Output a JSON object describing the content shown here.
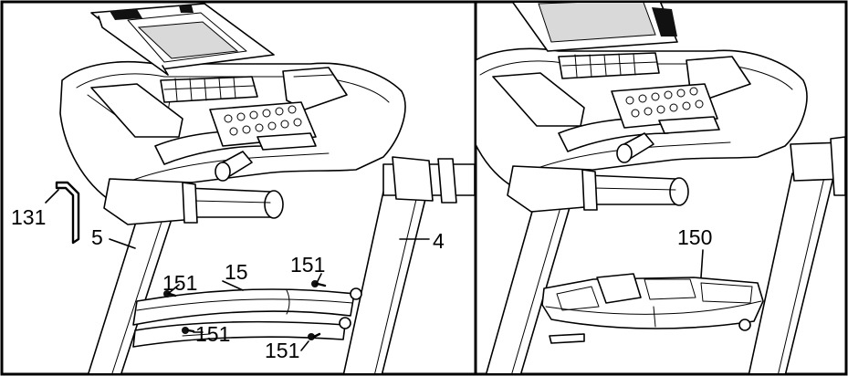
{
  "panels": [
    {
      "id": "left",
      "callouts": [
        {
          "text": "131"
        },
        {
          "text": "5"
        },
        {
          "text": "151"
        },
        {
          "text": "15"
        },
        {
          "text": "151"
        },
        {
          "text": "151"
        },
        {
          "text": "151"
        },
        {
          "text": "4"
        }
      ]
    },
    {
      "id": "right",
      "callouts": [
        {
          "text": "150"
        }
      ]
    }
  ],
  "colors": {
    "line": "#000000",
    "background": "#ffffff",
    "display": "#d9d9d9"
  }
}
